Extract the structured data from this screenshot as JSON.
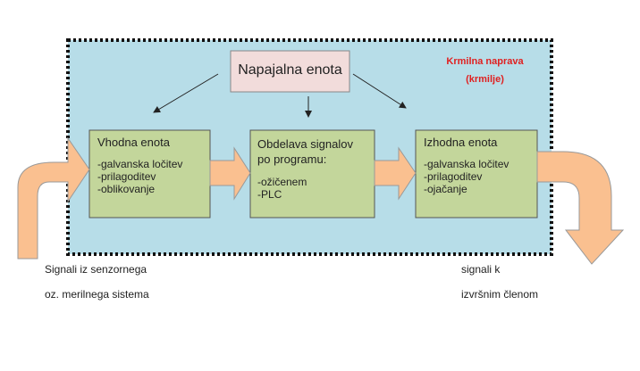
{
  "power_unit": "Napajalna enota",
  "controller_label": [
    "Krmilna naprava",
    "(krmilje)"
  ],
  "input_unit": {
    "title": "Vhodna enota",
    "items": [
      "-galvanska ločitev",
      "-prilagoditev",
      "-oblikovanje"
    ]
  },
  "processing_unit": {
    "title": [
      "Obdelava signalov",
      "po programu:"
    ],
    "items": [
      "-ožičenem",
      "-PLC"
    ]
  },
  "output_unit": {
    "title": "Izhodna enota",
    "items": [
      "-galvanska ločitev",
      "-prilagoditev",
      "-ojačanje"
    ]
  },
  "input_caption": [
    "Signali iz senzornega",
    "oz. merilnega sistema"
  ],
  "output_caption": [
    "signali k",
    "izvršnim členom"
  ]
}
